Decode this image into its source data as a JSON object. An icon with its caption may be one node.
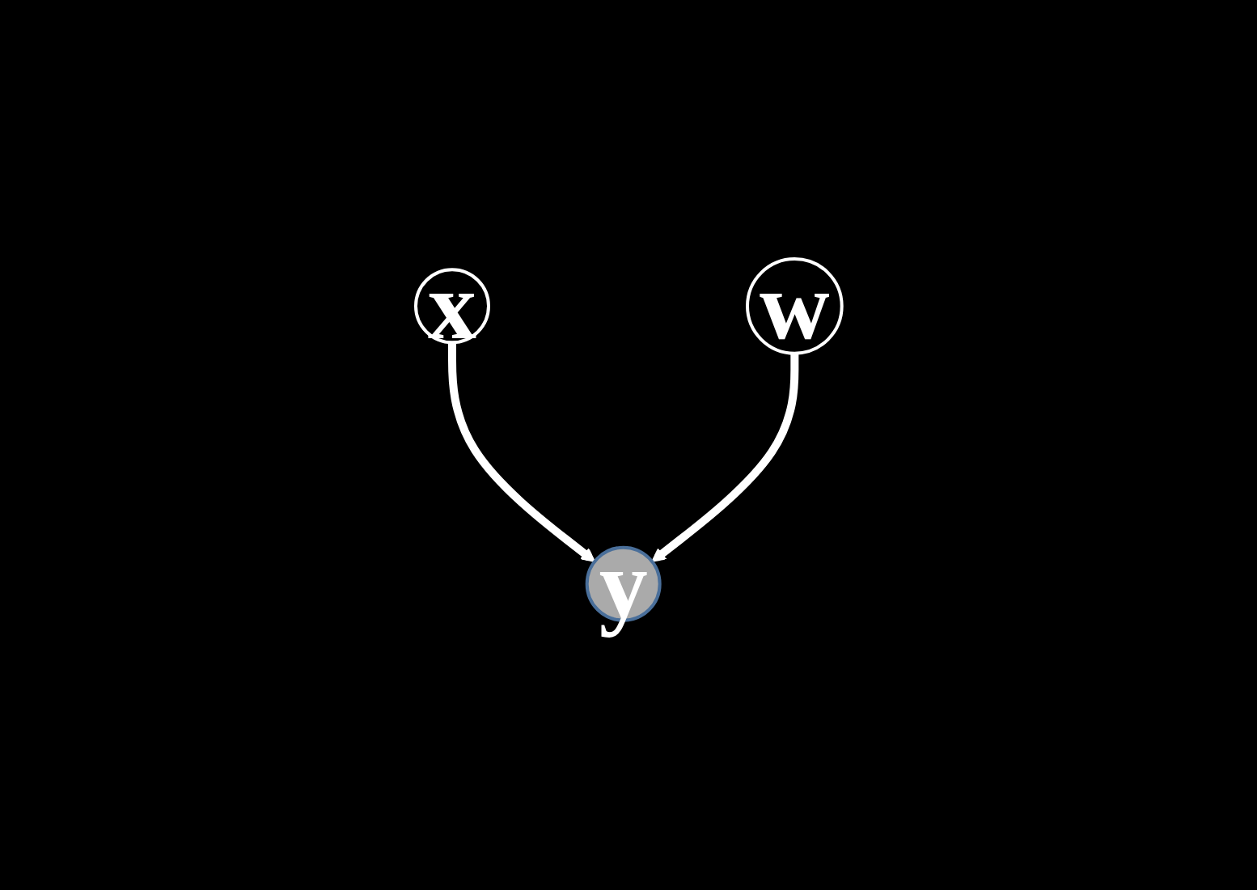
{
  "diagram": {
    "nodes": [
      {
        "text": [
          "x"
        ]
      },
      {
        "text": [
          "w"
        ]
      },
      {
        "text": [
          "y"
        ]
      }
    ],
    "edges": [
      {
        "from": 0,
        "to": 2,
        "arrow": "to"
      },
      {
        "from": 1,
        "to": 2,
        "arrow": "to"
      }
    ]
  }
}
